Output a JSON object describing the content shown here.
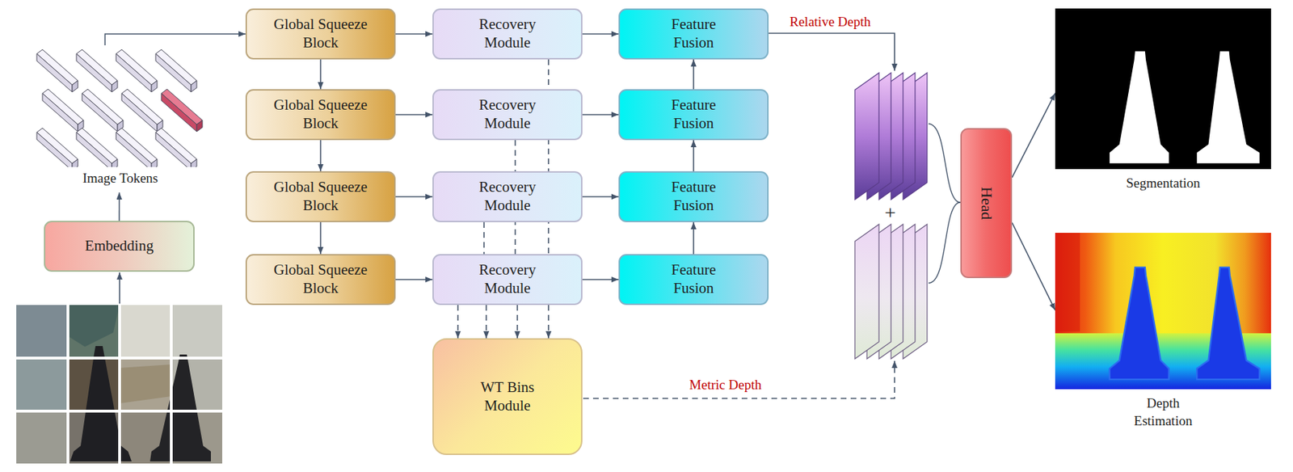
{
  "diagram": {
    "nodes": [
      {
        "text": [
          "Image Tokens"
        ]
      },
      {
        "text": [
          "Embedding"
        ]
      },
      {
        "text": [
          "Global Squeeze Block"
        ]
      },
      {
        "text": [
          "Global Squeeze Block"
        ]
      },
      {
        "text": [
          "Global Squeeze Block"
        ]
      },
      {
        "text": [
          "Global Squeeze Block"
        ]
      },
      {
        "text": [
          "Recovery Module"
        ]
      },
      {
        "text": [
          "Recovery Module"
        ]
      },
      {
        "text": [
          "Recovery Module"
        ]
      },
      {
        "text": [
          "Recovery Module"
        ]
      },
      {
        "text": [
          "Feature Fusion"
        ]
      },
      {
        "text": [
          "Feature Fusion"
        ]
      },
      {
        "text": [
          "Feature Fusion"
        ]
      },
      {
        "text": [
          "Feature Fusion"
        ]
      },
      {
        "text": [
          "WT Bins Module"
        ]
      },
      {
        "text": [
          "Head"
        ]
      },
      {
        "text": [
          "Segmentation"
        ]
      },
      {
        "text": [
          "Depth Estimation"
        ]
      }
    ],
    "edges": [
      {
        "from": 0,
        "to": 2,
        "arrow": "to"
      },
      {
        "from": 1,
        "to": 0,
        "arrow": "to"
      },
      {
        "from": 2,
        "to": 3,
        "arrow": "to"
      },
      {
        "from": 3,
        "to": 4,
        "arrow": "to"
      },
      {
        "from": 4,
        "to": 5,
        "arrow": "to"
      },
      {
        "from": 2,
        "to": 6,
        "arrow": "to"
      },
      {
        "from": 3,
        "to": 7,
        "arrow": "to"
      },
      {
        "from": 4,
        "to": 8,
        "arrow": "to"
      },
      {
        "from": 5,
        "to": 9,
        "arrow": "to"
      },
      {
        "from": 6,
        "to": 10,
        "arrow": "to"
      },
      {
        "from": 7,
        "to": 11,
        "arrow": "to"
      },
      {
        "from": 8,
        "to": 12,
        "arrow": "to"
      },
      {
        "from": 9,
        "to": 13,
        "arrow": "to"
      },
      {
        "from": 13,
        "to": 12,
        "arrow": "to"
      },
      {
        "from": 12,
        "to": 11,
        "arrow": "to"
      },
      {
        "from": 11,
        "to": 10,
        "arrow": "to"
      },
      {
        "from": 6,
        "to": 9,
        "arrow": "none"
      },
      {
        "from": 7,
        "to": 9,
        "arrow": "none"
      },
      {
        "from": 8,
        "to": 9,
        "arrow": "none"
      },
      {
        "from": 9,
        "to": 14,
        "arrow": "to"
      },
      {
        "from": 9,
        "to": 14,
        "arrow": "to"
      },
      {
        "from": 9,
        "to": 14,
        "arrow": "to"
      },
      {
        "from": 9,
        "to": 14,
        "arrow": "to"
      },
      {
        "from": 15,
        "to": 16,
        "arrow": "to"
      },
      {
        "from": 15,
        "to": 17,
        "arrow": "to"
      }
    ],
    "labels": [
      "Relative Depth",
      "Metric Depth",
      "+"
    ]
  }
}
